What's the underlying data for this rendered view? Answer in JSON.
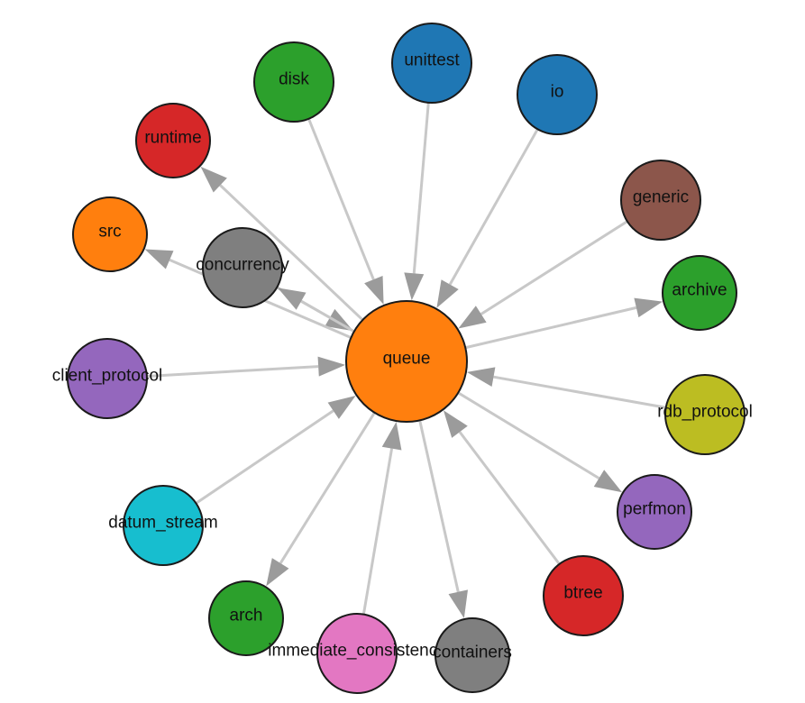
{
  "graph": {
    "center": "queue",
    "nodes": [
      {
        "id": "queue",
        "label": "queue",
        "color": "#ff7f0e"
      },
      {
        "id": "unittest",
        "label": "unittest",
        "color": "#1f77b4"
      },
      {
        "id": "disk",
        "label": "disk",
        "color": "#2ca02c"
      },
      {
        "id": "io",
        "label": "io",
        "color": "#1f77b4"
      },
      {
        "id": "runtime",
        "label": "runtime",
        "color": "#d62728"
      },
      {
        "id": "generic",
        "label": "generic",
        "color": "#8c564b"
      },
      {
        "id": "src",
        "label": "src",
        "color": "#ff7f0e"
      },
      {
        "id": "concurrency",
        "label": "concurrency",
        "color": "#7f7f7f"
      },
      {
        "id": "archive",
        "label": "archive",
        "color": "#2ca02c"
      },
      {
        "id": "client_protocol",
        "label": "client_protocol",
        "color": "#9467bd"
      },
      {
        "id": "rdb_protocol",
        "label": "rdb_protocol",
        "color": "#bcbd22"
      },
      {
        "id": "perfmon",
        "label": "perfmon",
        "color": "#9467bd"
      },
      {
        "id": "datum_stream",
        "label": "datum_stream",
        "color": "#17becf"
      },
      {
        "id": "btree",
        "label": "btree",
        "color": "#d62728"
      },
      {
        "id": "arch",
        "label": "arch",
        "color": "#2ca02c"
      },
      {
        "id": "immediate_consistency",
        "label": "immediate_consistency",
        "color": "#e377c2"
      },
      {
        "id": "containers",
        "label": "containers",
        "color": "#7f7f7f"
      }
    ],
    "edges": [
      {
        "from": "disk",
        "to": "queue"
      },
      {
        "from": "unittest",
        "to": "queue"
      },
      {
        "from": "io",
        "to": "queue"
      },
      {
        "from": "generic",
        "to": "queue"
      },
      {
        "from": "queue",
        "to": "archive"
      },
      {
        "from": "rdb_protocol",
        "to": "queue"
      },
      {
        "from": "queue",
        "to": "perfmon"
      },
      {
        "from": "btree",
        "to": "queue"
      },
      {
        "from": "queue",
        "to": "containers"
      },
      {
        "from": "immediate_consistency",
        "to": "queue"
      },
      {
        "from": "queue",
        "to": "arch"
      },
      {
        "from": "datum_stream",
        "to": "queue"
      },
      {
        "from": "client_protocol",
        "to": "queue"
      },
      {
        "from": "concurrency",
        "to": "queue"
      },
      {
        "from": "queue",
        "to": "concurrency"
      },
      {
        "from": "queue",
        "to": "src"
      },
      {
        "from": "queue",
        "to": "runtime"
      }
    ]
  }
}
